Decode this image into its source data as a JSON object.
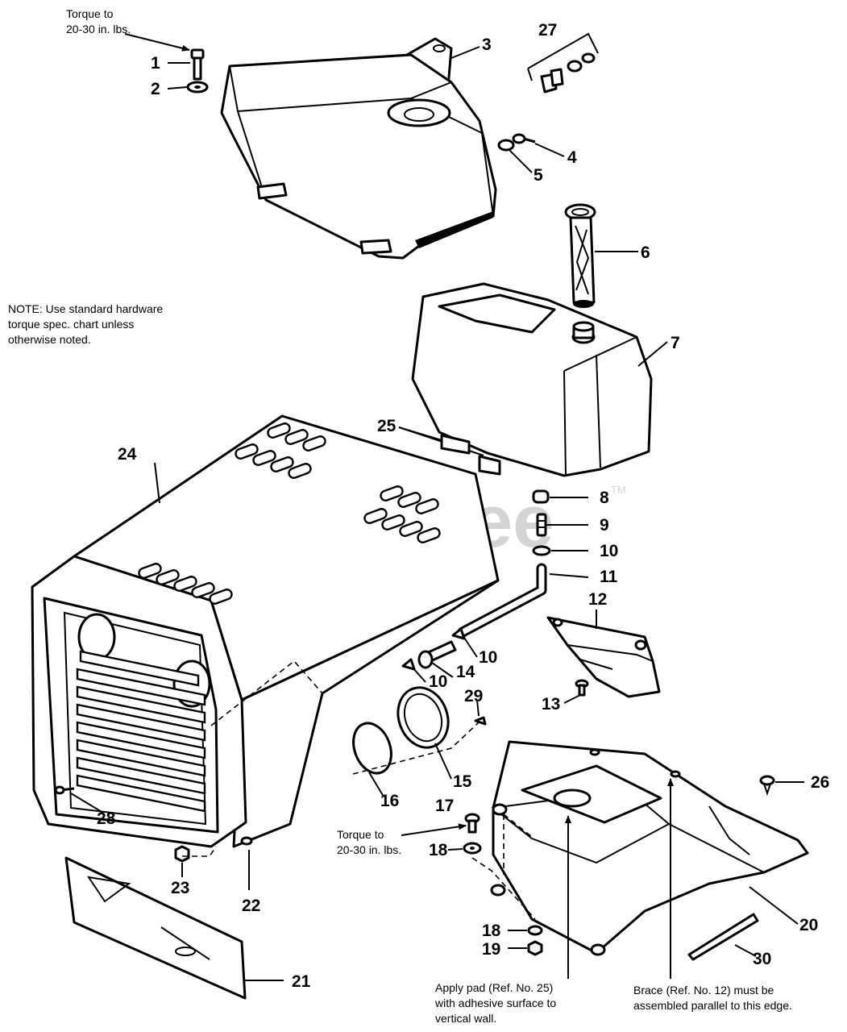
{
  "watermark": {
    "text": "PartsTree",
    "trademark": "TM"
  },
  "notes": {
    "torque_top": [
      "Torque to",
      "20-30 in. lbs."
    ],
    "general": [
      "NOTE: Use standard hardware",
      "torque spec. chart unless",
      "otherwise noted."
    ],
    "torque_mid": [
      "Torque to",
      "20-30 in. lbs."
    ],
    "pad": [
      "Apply pad (Ref. No. 25)",
      "with adhesive surface to",
      "vertical wall."
    ],
    "brace": [
      "Brace (Ref. No. 12) must be",
      "assembled parallel to this edge."
    ]
  },
  "callouts": {
    "c1": "1",
    "c2": "2",
    "c3": "3",
    "c4": "4",
    "c5": "5",
    "c6": "6",
    "c7": "7",
    "c8": "8",
    "c9": "9",
    "c10a": "10",
    "c11": "11",
    "c12": "12",
    "c10b": "10",
    "c14": "14",
    "c10c": "10",
    "c13": "13",
    "c29": "29",
    "c15": "15",
    "c16": "16",
    "c17": "17",
    "c18a": "18",
    "c18b": "18",
    "c19": "19",
    "c20": "20",
    "c21": "21",
    "c22": "22",
    "c23": "23",
    "c24": "24",
    "c25": "25",
    "c26": "26",
    "c27": "27",
    "c28": "28",
    "c30": "30"
  }
}
